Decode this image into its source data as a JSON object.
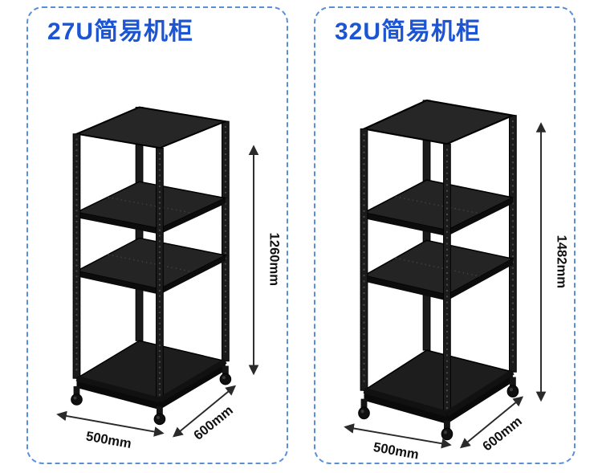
{
  "page": {
    "background": "#ffffff"
  },
  "panels": [
    {
      "title": "27U简易机柜",
      "height_label": "1260mm",
      "width_label": "500mm",
      "depth_label": "600mm"
    },
    {
      "title": "32U简易机柜",
      "height_label": "1482mm",
      "width_label": "500mm",
      "depth_label": "600mm"
    }
  ],
  "colors": {
    "title_blue": "#1b55d3",
    "panel_border_blue": "#5a8ed8",
    "rack_black": "#161616",
    "dimension_line": "#2a2a2a"
  }
}
